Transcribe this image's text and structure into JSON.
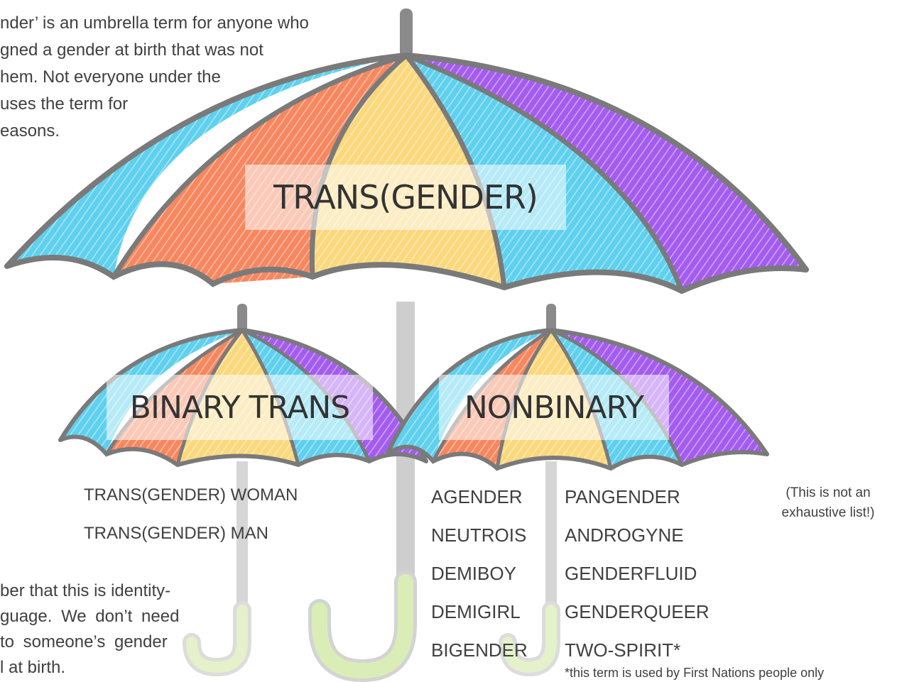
{
  "intro_paragraph": [
    "nder’ is an umbrella term for anyone who",
    "gned a gender at birth that was not",
    "hem. Not everyone under the",
    "uses the term for",
    "easons."
  ],
  "main_umbrella": {
    "label": "TRANS(GENDER)"
  },
  "binary_umbrella": {
    "label": "BINARY TRANS",
    "terms": [
      "TRANS(GENDER) WOMAN",
      "TRANS(GENDER) MAN"
    ]
  },
  "nonbinary_umbrella": {
    "label": "NONBINARY",
    "terms_col1": [
      "AGENDER",
      "NEUTROIS",
      "DEMIBOY",
      "DEMIGIRL",
      "BIGENDER"
    ],
    "terms_col2": [
      "PANGENDER",
      "ANDROGYNE",
      "GENDERFLUID",
      "GENDERQUEER",
      "TWO-SPIRIT*"
    ]
  },
  "disclaimer": [
    "(This is not an",
    "exhaustive list!)"
  ],
  "footnote": "*this term is used by First Nations people only",
  "reminder_paragraph": [
    "ber that this is identity-",
    "guage. We don’t need",
    "to someone’s gender",
    "l at birth."
  ],
  "colors": {
    "blue": "#5fd0ee",
    "orange": "#f7875f",
    "yellow": "#fbd87c",
    "purple": "#a45cf0",
    "outline": "#7a7a7a",
    "handle_green": "#d8ecb0"
  }
}
